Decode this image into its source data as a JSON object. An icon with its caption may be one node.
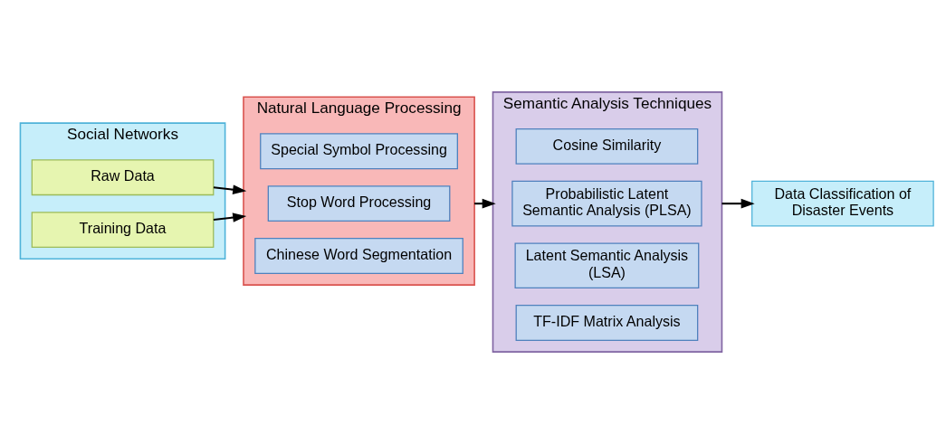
{
  "diagram": {
    "nodes": [
      {
        "text": [
          "Social Networks"
        ]
      },
      {
        "text": [
          "Training Data"
        ],
        "in": 0
      },
      {
        "text": [
          "Raw Data"
        ],
        "in": 0
      },
      {
        "text": [
          "Natural Language Processing"
        ]
      },
      {
        "text": [
          "Chinese Word Segmentation"
        ],
        "in": 3
      },
      {
        "text": [
          "Stop Word Processing"
        ],
        "in": 3
      },
      {
        "text": [
          "Special Symbol Processing"
        ],
        "in": 3
      },
      {
        "text": [
          "Semantic Analysis Techniques"
        ]
      },
      {
        "text": [
          "TF-IDF Matrix Analysis"
        ],
        "in": 7
      },
      {
        "text": [
          "Latent Semantic Analysis (LSA)"
        ],
        "in": 7
      },
      {
        "text": [
          "Probabilistic Latent Semantic Analysis (PLSA)"
        ],
        "in": 7
      },
      {
        "text": [
          "Cosine Similarity"
        ],
        "in": 7
      },
      {
        "text": [
          "Data Classification of Disaster Events"
        ]
      }
    ],
    "edges": [
      {
        "from": 1,
        "to": 3,
        "arrow": "to"
      },
      {
        "from": 2,
        "to": 3,
        "arrow": "to"
      },
      {
        "from": 3,
        "to": 7,
        "arrow": "to"
      },
      {
        "from": 7,
        "to": 12,
        "arrow": "to"
      }
    ]
  }
}
